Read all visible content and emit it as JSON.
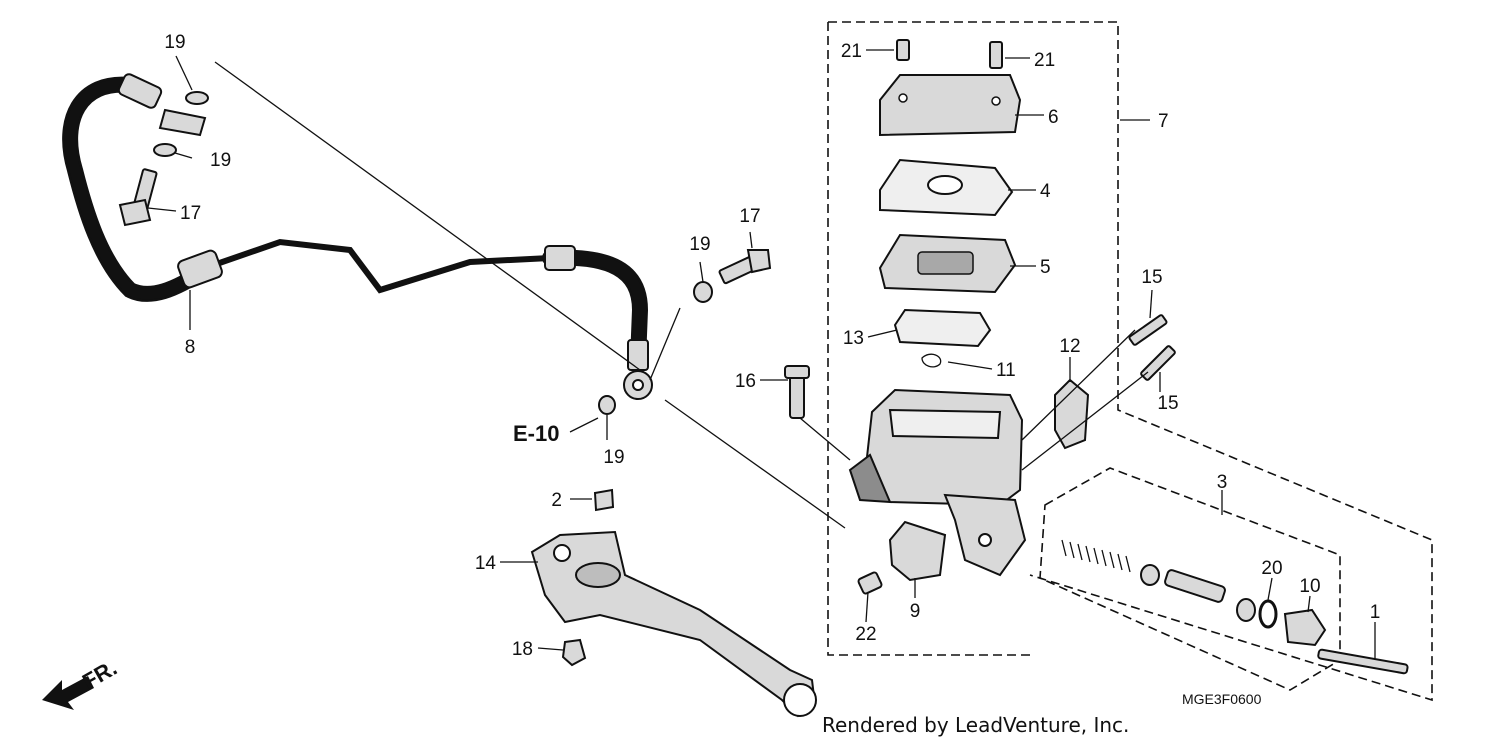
{
  "callouts": {
    "c1": "1",
    "c2": "2",
    "c3": "3",
    "c4": "4",
    "c5": "5",
    "c6": "6",
    "c7": "7",
    "c8": "8",
    "c9": "9",
    "c10": "10",
    "c11": "11",
    "c12": "12",
    "c13": "13",
    "c14": "14",
    "c15a": "15",
    "c15b": "15",
    "c16": "16",
    "c17a": "17",
    "c17b": "17",
    "c18": "18",
    "c19a": "19",
    "c19b": "19",
    "c19c": "19",
    "c19d": "19",
    "c20": "20",
    "c21a": "21",
    "c21b": "21",
    "c22": "22"
  },
  "reference": "E-10",
  "direction": "FR.",
  "diagram_code": "MGE3F0600",
  "credit": "Rendered by LeadVenture, Inc."
}
